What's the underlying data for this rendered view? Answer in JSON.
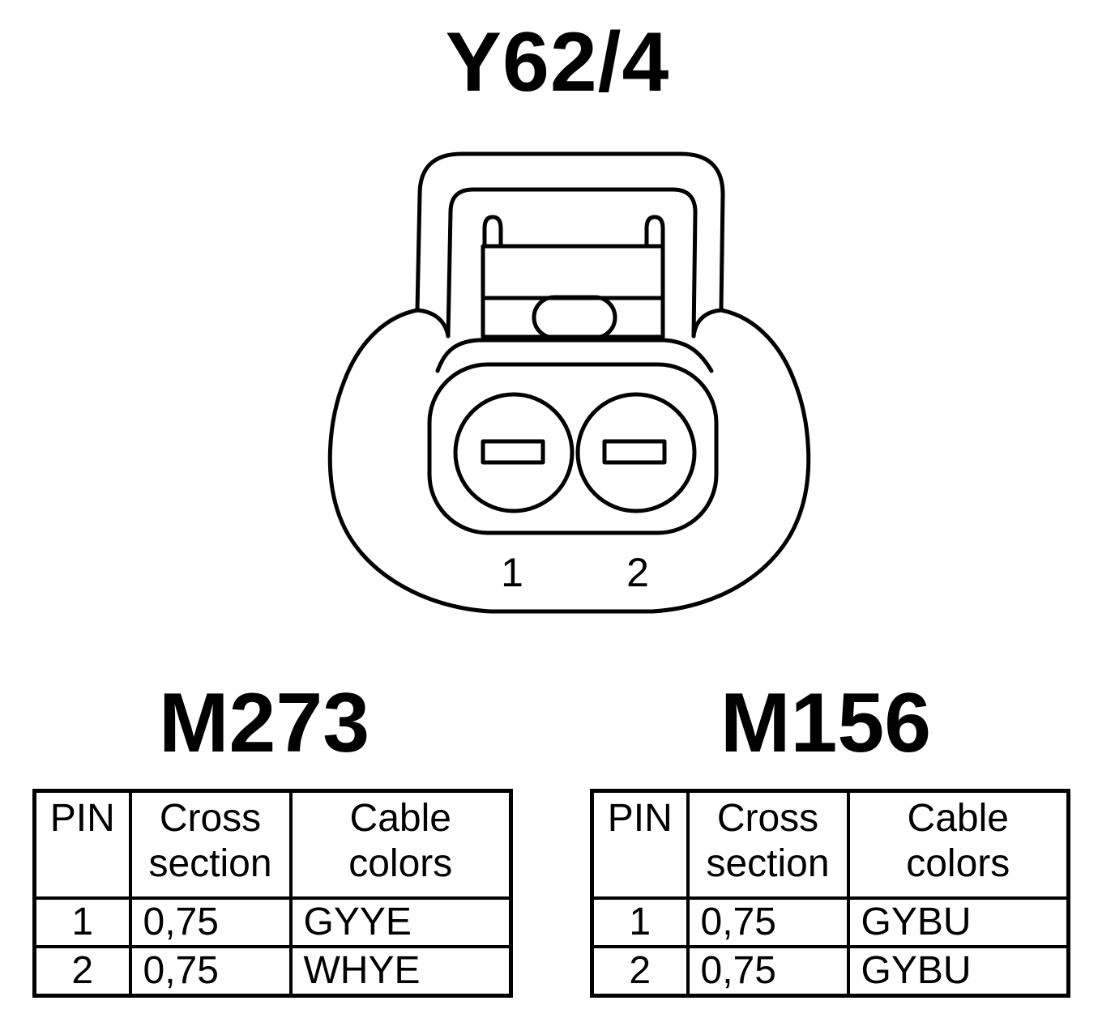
{
  "title": "Y62/4",
  "connector": {
    "pin_labels": [
      "1",
      "2"
    ]
  },
  "tables": [
    {
      "engine": "M273",
      "headers": {
        "pin": "PIN",
        "cross_section_line1": "Cross",
        "cross_section_line2": "section",
        "cable_colors_line1": "Cable",
        "cable_colors_line2": "colors"
      },
      "rows": [
        {
          "pin": "1",
          "cross_section": "0,75",
          "cable_colors": "GYYE"
        },
        {
          "pin": "2",
          "cross_section": "0,75",
          "cable_colors": "WHYE"
        }
      ]
    },
    {
      "engine": "M156",
      "headers": {
        "pin": "PIN",
        "cross_section_line1": "Cross",
        "cross_section_line2": "section",
        "cable_colors_line1": "Cable",
        "cable_colors_line2": "colors"
      },
      "rows": [
        {
          "pin": "1",
          "cross_section": "0,75",
          "cable_colors": "GYBU"
        },
        {
          "pin": "2",
          "cross_section": "0,75",
          "cable_colors": "GYBU"
        }
      ]
    }
  ]
}
